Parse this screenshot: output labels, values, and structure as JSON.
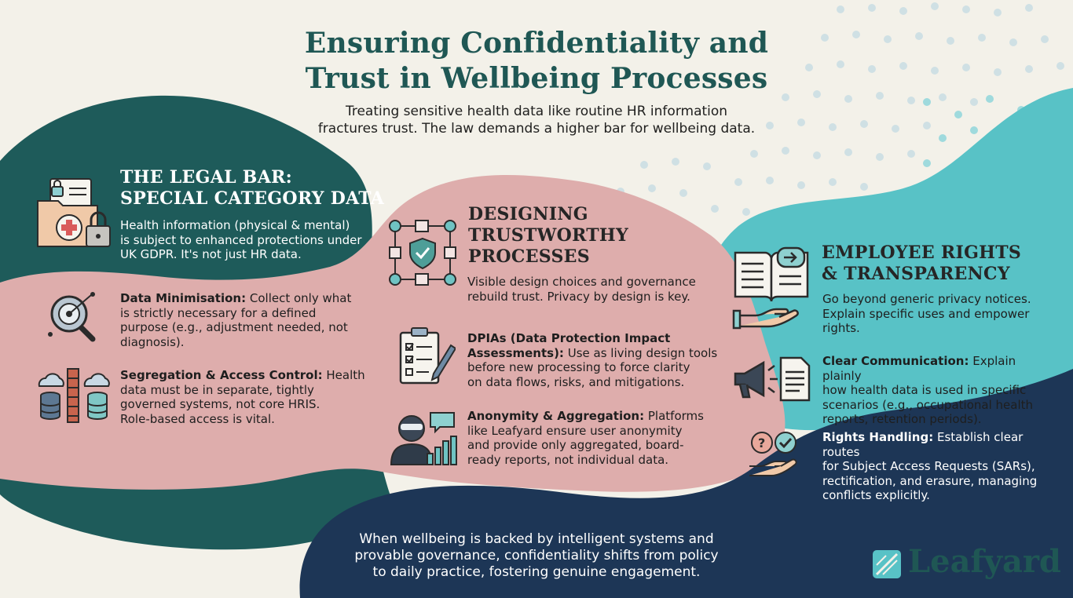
{
  "header": {
    "title_line1": "Ensuring Confidentiality and",
    "title_line2": "Trust in Wellbeing Processes",
    "subtitle_line1": "Treating sensitive health data like routine HR information",
    "subtitle_line2": "fractures trust. The law demands a higher bar for wellbeing data."
  },
  "legal_bar": {
    "heading_line1": "The Legal Bar:",
    "heading_line2": "Special Category Data",
    "intro_lines": [
      "Health information (physical & mental)",
      "is subject to enhanced protections under",
      "UK GDPR. It's not just HR data."
    ],
    "items": [
      {
        "title": "Data Minimisation:",
        "lines": [
          "Collect only what",
          "is strictly necessary for a defined",
          "purpose (e.g., adjustment needed, not",
          "diagnosis)."
        ]
      },
      {
        "title": "Segregation & Access Control:",
        "lines": [
          "Health",
          "data must be in separate, tightly",
          "governed systems, not core HRIS.",
          "Role-based access is vital."
        ]
      }
    ]
  },
  "designing": {
    "heading_lines": [
      "Designing",
      "Trustworthy",
      "Processes"
    ],
    "intro_lines": [
      "Visible design choices and governance",
      "rebuild trust. Privacy by design is key."
    ],
    "items": [
      {
        "title_lines": [
          "DPIAs (Data Protection Impact",
          "Assessments):"
        ],
        "lines": [
          "Use as living design tools",
          "before new processing to force clarity",
          "on data flows, risks, and mitigations."
        ]
      },
      {
        "title": "Anonymity & Aggregation:",
        "lines": [
          "Platforms",
          "like Leafyard ensure user anonymity",
          "and provide only aggregated, board-",
          "ready reports, not individual data."
        ]
      }
    ]
  },
  "rights": {
    "heading_line1": "Employee Rights",
    "heading_line2": "& Transparency",
    "intro_lines": [
      "Go beyond generic privacy notices.",
      "Explain specific uses and empower",
      "rights."
    ],
    "items": [
      {
        "title": "Clear Communication:",
        "lines": [
          "Explain plainly",
          "how health data is used in specific",
          "scenarios (e.g., occupational health",
          "reports, retention periods)."
        ]
      },
      {
        "title": "Rights Handling:",
        "lines": [
          "Establish clear routes",
          "for Subject Access Requests (SARs),",
          "rectification, and erasure, managing",
          "conflicts explicitly."
        ]
      }
    ]
  },
  "footer": {
    "lines": [
      "When wellbeing is backed by intelligent systems and",
      "provable governance, confidentiality shifts from policy",
      "to daily practice, fostering genuine engagement."
    ]
  },
  "brand": {
    "name": "Leafyard"
  },
  "colors": {
    "dark_teal": "#1e5b5a",
    "pink": "#deadac",
    "light_teal": "#58c2c6",
    "navy": "#1d3656",
    "background": "#f3f1e9",
    "heading_teal": "#1f5754"
  },
  "icons": {
    "legal_bar": "medical-folder-lock-icon",
    "minimisation": "magnifier-target-icon",
    "segregation": "database-cloud-firewall-icon",
    "designing": "process-flow-shield-icon",
    "dpia": "clipboard-checklist-icon",
    "anonymity": "anonymous-user-chart-icon",
    "rights": "open-book-hand-icon",
    "communication": "megaphone-document-icon",
    "rights_handling": "hand-question-check-icon",
    "brand": "leaf-logo-icon"
  }
}
